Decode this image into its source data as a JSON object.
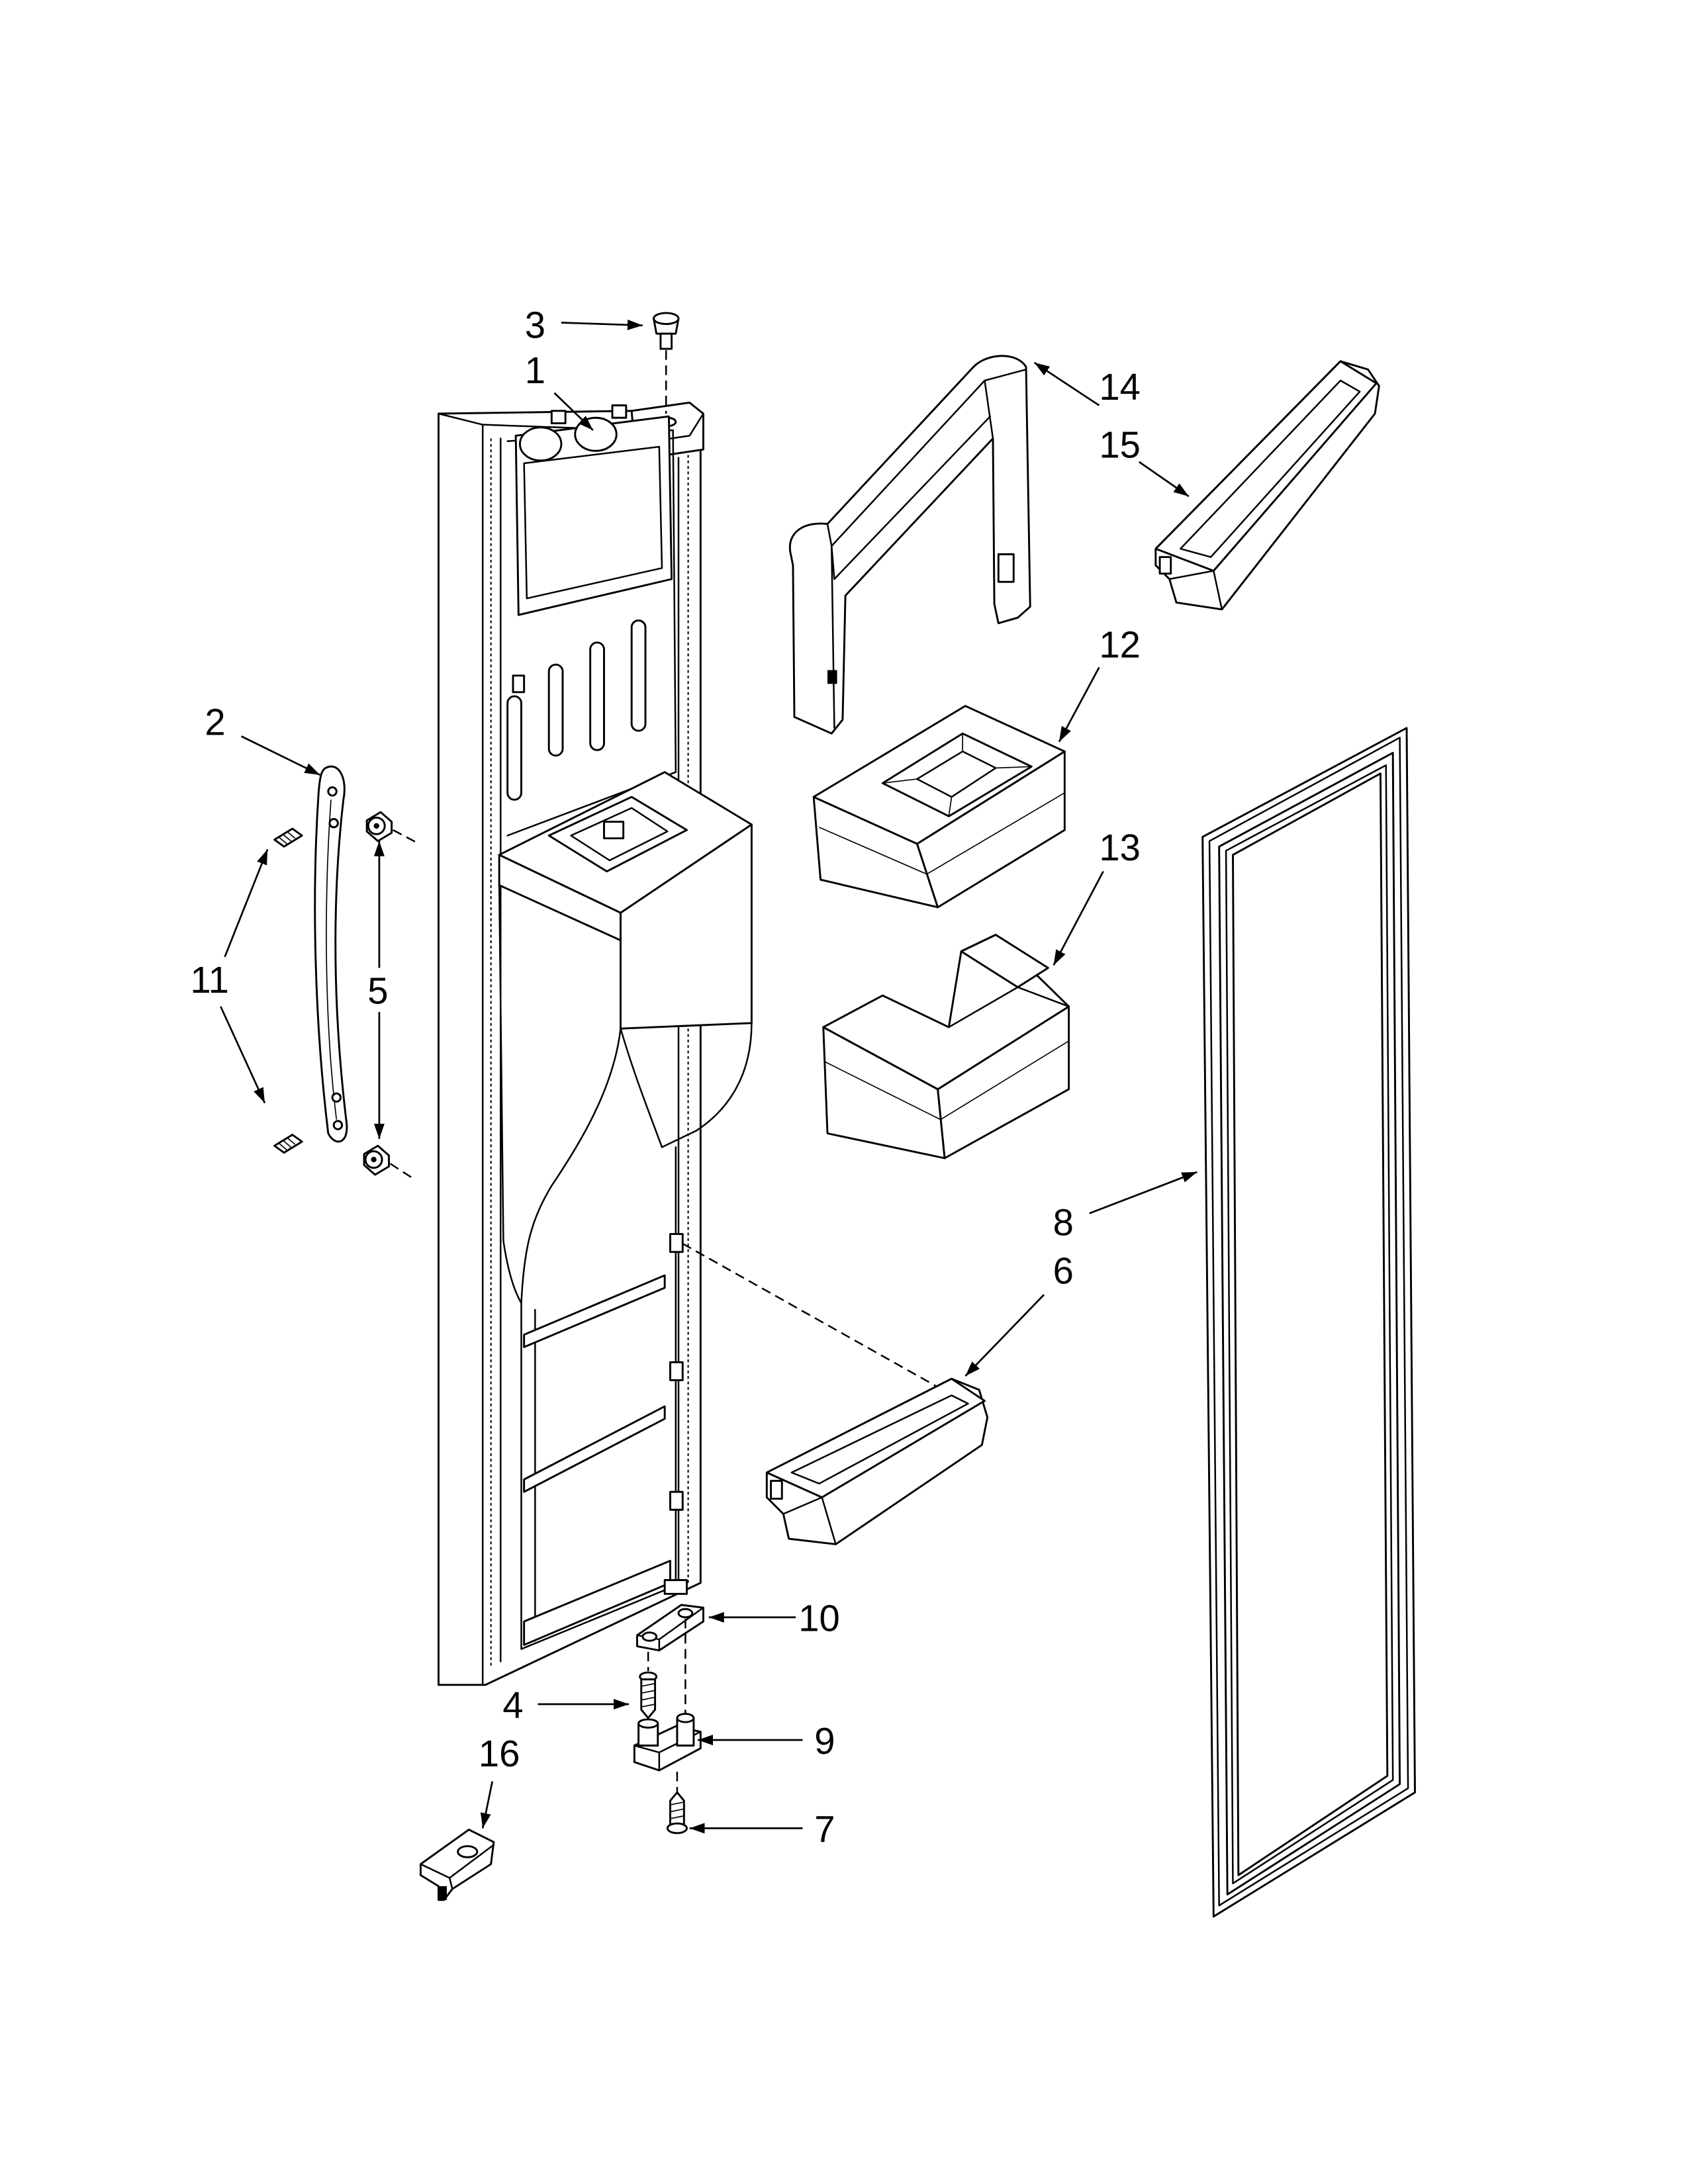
{
  "diagram": {
    "callouts": {
      "part_1": "1",
      "part_2": "2",
      "part_3": "3",
      "part_4": "4",
      "part_5": "5",
      "part_6": "6",
      "part_7": "7",
      "part_8": "8",
      "part_9": "9",
      "part_10": "10",
      "part_11": "11",
      "part_12": "12",
      "part_13": "13",
      "part_14": "14",
      "part_15": "15",
      "part_16": "16"
    }
  },
  "colors": {
    "line": "#000000",
    "background": "#ffffff"
  }
}
